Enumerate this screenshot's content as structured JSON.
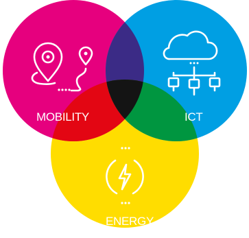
{
  "venn": {
    "colors": {
      "mobility": "#e6007e",
      "ict": "#009fe3",
      "energy": "#ffdd00",
      "mobility_ict": "#3b2b86",
      "mobility_energy": "#e30613",
      "ict_energy": "#009640",
      "all": "#141414"
    },
    "circles": {
      "mobility": {
        "label": "MOBILITY",
        "icon": "map-pin-route-icon"
      },
      "ict": {
        "label": "ICT",
        "icon": "cloud-network-icon"
      },
      "energy": {
        "label": "ENERGY",
        "icon": "lightning-cycle-icon"
      }
    }
  }
}
